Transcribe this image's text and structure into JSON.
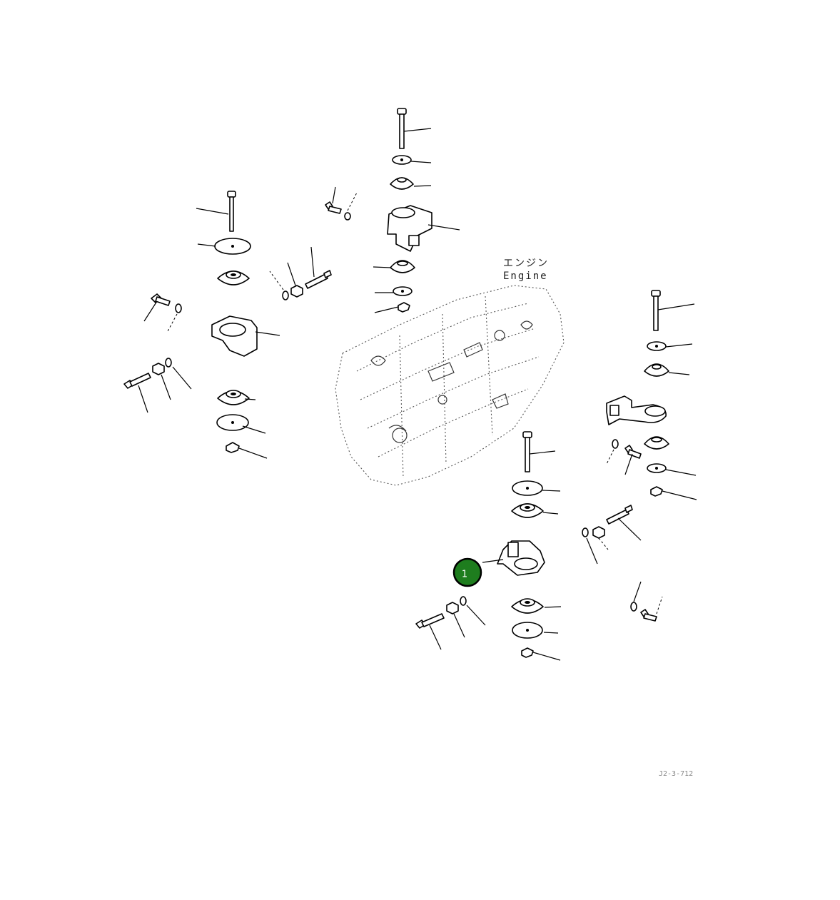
{
  "diagram": {
    "engine_label_jp": "エンジン",
    "engine_label_en": "Engine",
    "reference_code": "J2-3-712",
    "callouts": [
      {
        "number": "1",
        "color": "#1e7d1e"
      }
    ]
  }
}
